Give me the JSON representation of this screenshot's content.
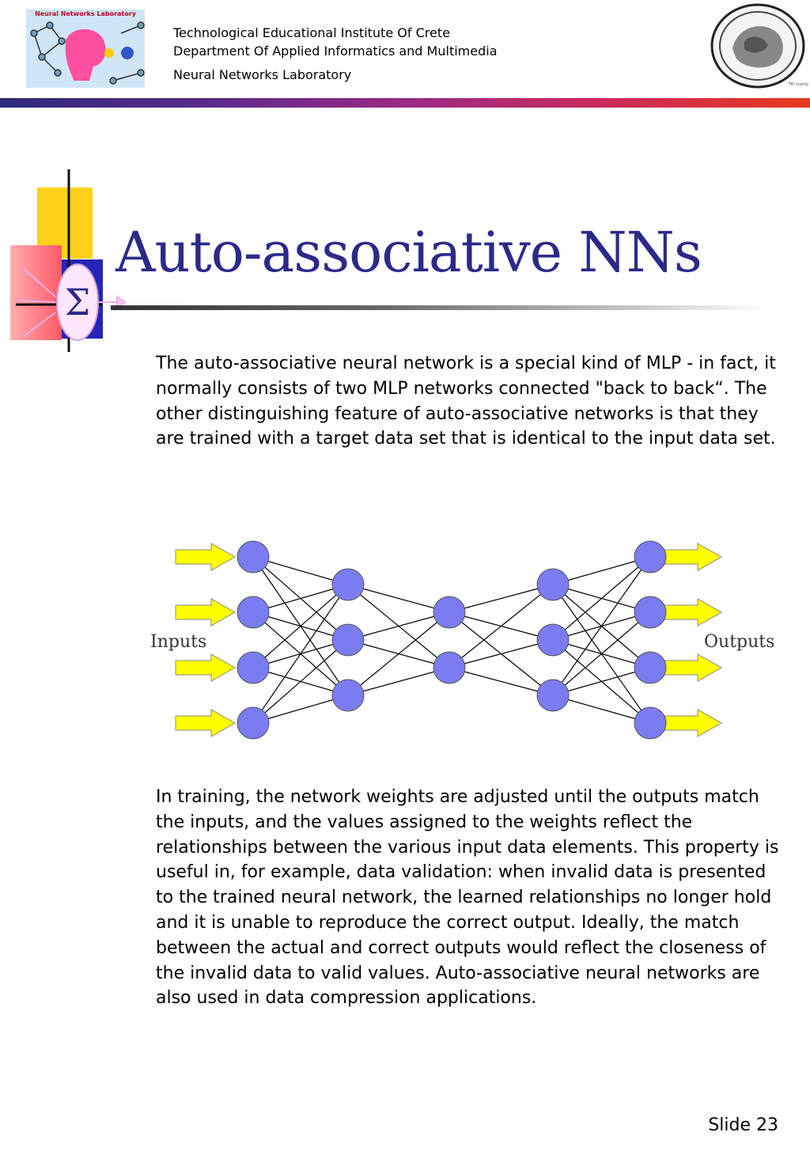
{
  "header": {
    "logo_text": "Neural Networks Laboratory",
    "institute": "Technological Educational Institute Of Crete",
    "department": "Department Of Applied Informatics and Multimedia",
    "lab": "Neural Networks Laboratory",
    "seal_text": "TEI stamp"
  },
  "title": "Auto-associative NNs",
  "deco_symbol": "Σ",
  "paragraphs": {
    "intro": "The auto-associative neural network is a special kind of MLP - in fact, it normally consists of two MLP networks connected \"back to back“. The other distinguishing feature of auto-associative networks is that they are trained with a target data set that is identical to the input data set.",
    "training": "In training, the network weights are adjusted until the outputs match the inputs, and the values assigned to the weights reflect the relationships between the various input data elements. This property is useful in, for example, data validation: when invalid data is presented to the trained neural network, the learned relationships no longer hold and it is unable to reproduce the correct output. Ideally, the match between the actual and correct outputs would reflect the closeness of the invalid data to valid values. Auto-associative neural networks are also used in data compression applications."
  },
  "diagram": {
    "inputs_label": "Inputs",
    "outputs_label": "Outputs",
    "layers": [
      4,
      3,
      2,
      3,
      4
    ],
    "node_color": "#7b7cf0",
    "arrow_color": "#ffff00"
  },
  "footer": {
    "slide_number": "Slide 23"
  }
}
